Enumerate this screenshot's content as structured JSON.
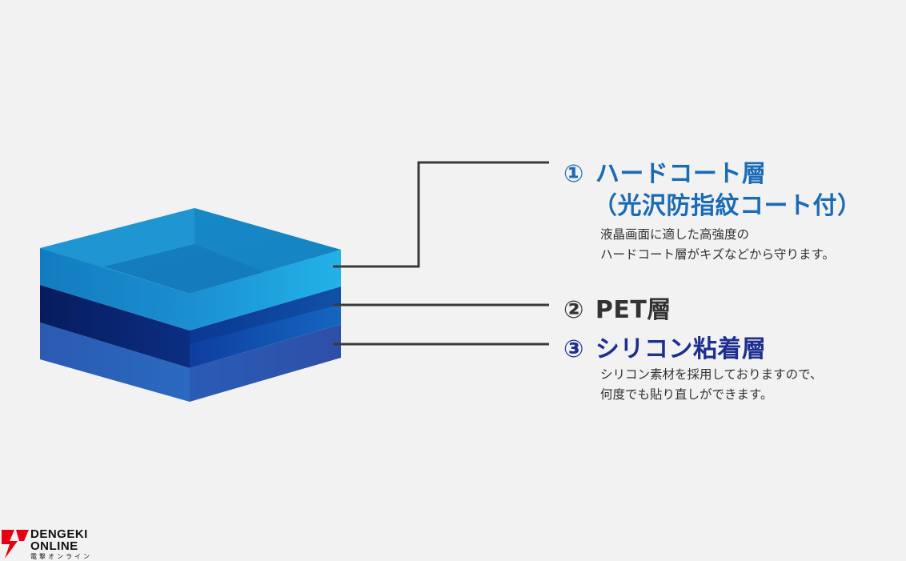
{
  "layers": [
    {
      "number": "①",
      "title_line1": "ハードコート層",
      "title_line2": "（光沢防指紋コート付）",
      "description": [
        "液晶画面に適した高強度の",
        "ハードコート層がキズなどから守ります。"
      ],
      "color": "#1a6bb5"
    },
    {
      "number": "②",
      "title_line1": "PET層",
      "color": "#333333"
    },
    {
      "number": "③",
      "title_line1": "シリコン粘着層",
      "description": [
        "シリコン素材を採用しておりますので、",
        "何度でも貼り直しができます。"
      ],
      "color": "#1d2f8f"
    }
  ],
  "layer_colors": {
    "hard_coat": "#1ea6dc",
    "pet": "#0a2f86",
    "silicone": "#2f5bb8"
  },
  "logo": {
    "line1": "DENGEKI",
    "line2": "ONLINE",
    "line3": "電撃オンライン",
    "accent": "#e60012"
  }
}
